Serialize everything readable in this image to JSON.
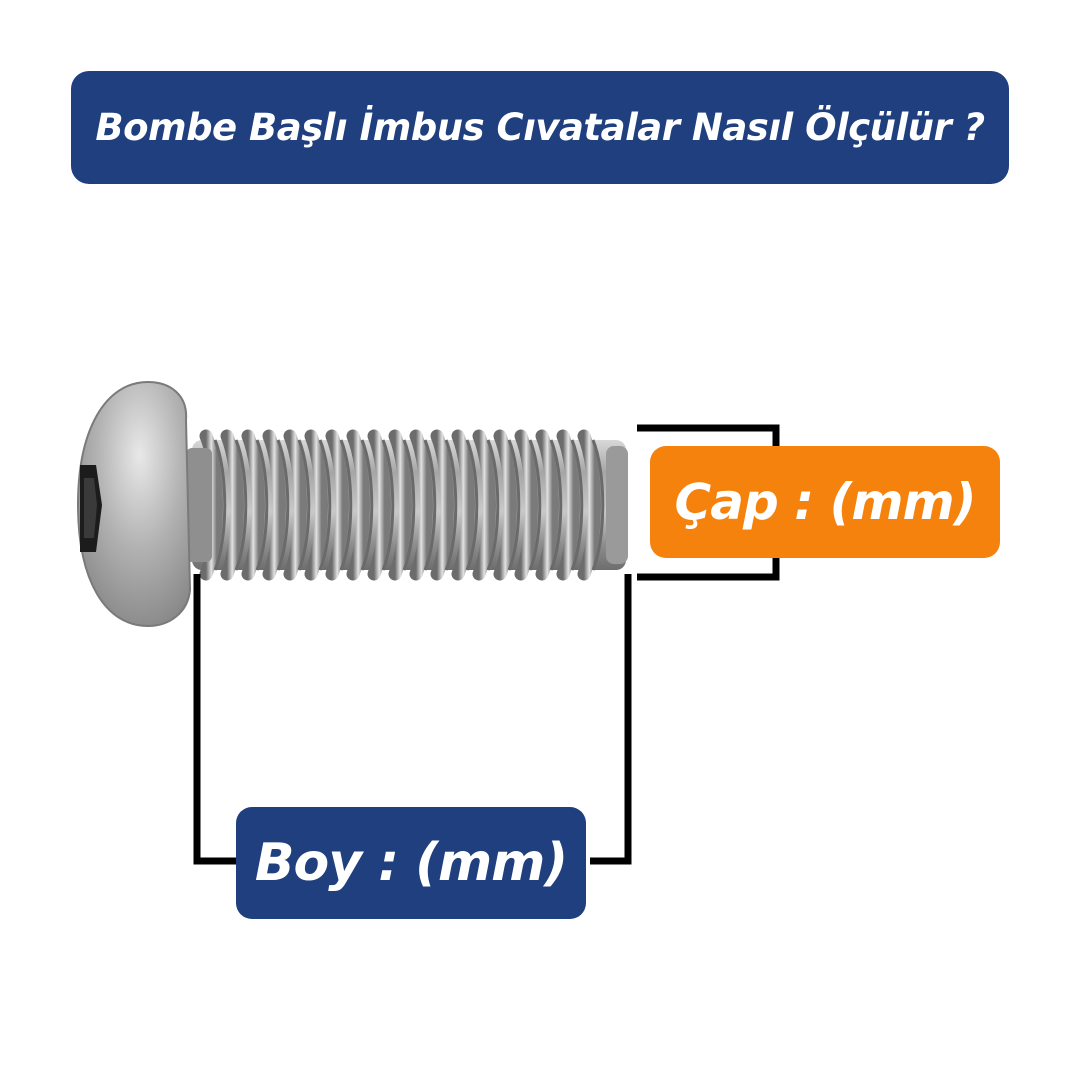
{
  "title": "Bombe Başlı İmbus Cıvatalar Nasıl Ölçülür ?",
  "labels": {
    "diameter": "Çap : (mm)",
    "length": "Boy : (mm)"
  },
  "colors": {
    "title_bg": "#1f3f7e",
    "diameter_bg": "#f5820d",
    "length_bg": "#1f3f7e",
    "bracket": "#000000",
    "metal": "#a9a9a9"
  },
  "icons": {
    "bolt": "button-head-hex-socket-bolt-icon"
  }
}
